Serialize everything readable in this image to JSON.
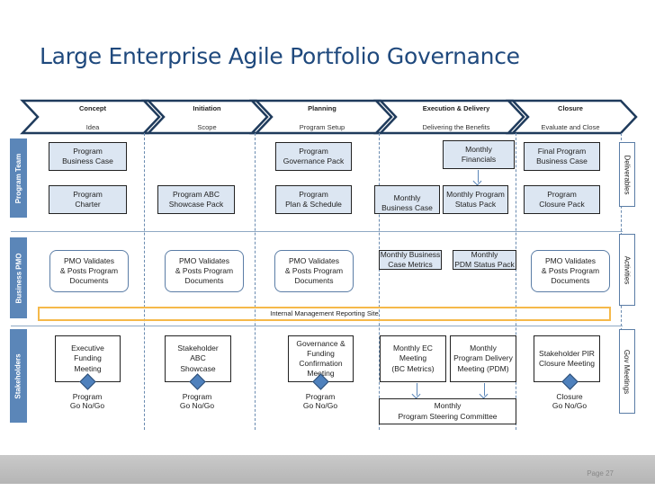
{
  "title": "Large Enterprise Agile Portfolio Governance",
  "phases": [
    {
      "name": "Concept",
      "sub": "Idea"
    },
    {
      "name": "Initiation",
      "sub": "Scope"
    },
    {
      "name": "Planning",
      "sub": "Program Setup"
    },
    {
      "name": "Execution & Delivery",
      "sub": "Delivering the Benefits"
    },
    {
      "name": "Closure",
      "sub": "Evaluate and Close"
    }
  ],
  "lanes": {
    "program_team": "Program Team",
    "business_pmo": "Business PMO",
    "stakeholders": "Stakeholders"
  },
  "right_labels": {
    "deliverables": "Deliverables",
    "activities": "Activities",
    "gov_meetings": "Gov Meetings"
  },
  "deliverables": {
    "business_case": "Program\nBusiness Case",
    "governance_pack": "Program\nGovernance Pack",
    "monthly_financials": "Monthly\nFinancials",
    "final_business_case": "Final Program\nBusiness Case",
    "charter": "Program\nCharter",
    "showcase_pack": "Program ABC\nShowcase Pack",
    "plan_schedule": "Program\nPlan & Schedule",
    "monthly_business_case": "Monthly\nBusiness Case",
    "monthly_status_pack": "Monthly Program\nStatus Pack",
    "closure_pack": "Program\nClosure Pack"
  },
  "activities": {
    "pmo_validates": "PMO Validates\n& Posts Program\nDocuments",
    "bc_metrics": "Monthly Business\nCase Metrics",
    "pdm_status": "Monthly\nPDM Status Pack",
    "site": "Internal Management Reporting Site"
  },
  "meetings": {
    "executive_funding": "Executive\nFunding\nMeeting",
    "stakeholder_abc": "Stakeholder\nABC\nShowcase",
    "governance_funding": "Governance &\nFunding\nConfirmation\nMeeting",
    "monthly_ec": "Monthly  EC\nMeeting\n(BC Metrics)",
    "monthly_pdm": "Monthly\nProgram Delivery\nMeeting (PDM)",
    "stakeholder_pir": "Stakeholder PIR\nClosure Meeting",
    "steering": "Monthly\nProgram Steering Committee"
  },
  "gates": {
    "program": "Program\nGo No/Go",
    "closure": "Closure\nGo No/Go"
  },
  "footer": {
    "page": "Page 27"
  }
}
